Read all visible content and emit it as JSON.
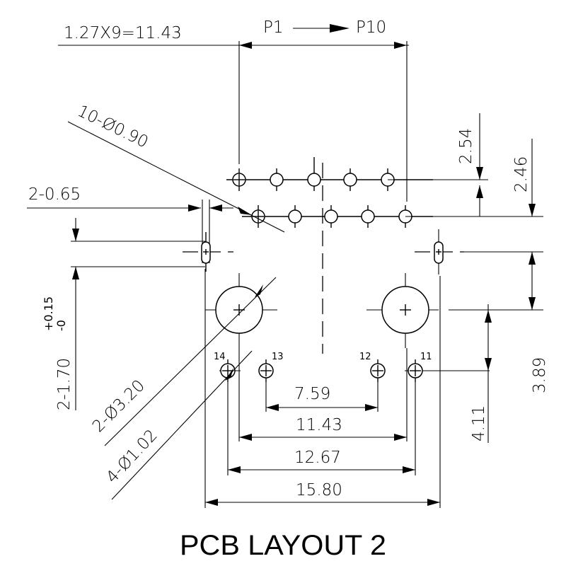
{
  "title": "PCB LAYOUT 2",
  "dimensions": {
    "pitch": "1.27X9=11.43",
    "pin_range_start": "P1",
    "pin_range_end": "P10",
    "small_holes": "10-Ø0.90",
    "slot_width": "2-0.65",
    "slot_length": "2-1.70",
    "slot_tol_plus": "+0.15",
    "slot_tol_minus": "-0",
    "large_holes": "2-Ø3.20",
    "mid_holes": "4-Ø1.02",
    "row_spacing": "2.54",
    "offset_246": "2.46",
    "offset_389": "3.89",
    "offset_411": "4.11",
    "width_759": "7.59",
    "width_1143": "11.43",
    "width_1267": "12.67",
    "width_1580": "15.80"
  },
  "pin_labels": [
    "14",
    "13",
    "12",
    "11"
  ]
}
